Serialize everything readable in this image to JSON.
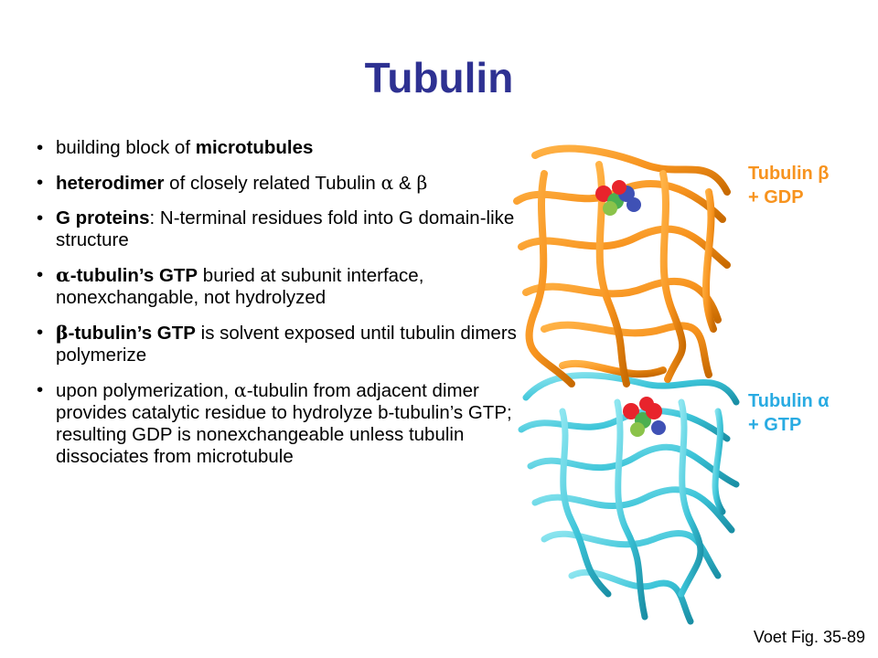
{
  "title": "Tubulin",
  "bullets": [
    {
      "parts": [
        {
          "t": "building block of "
        },
        {
          "t": "microtubules",
          "b": true
        }
      ]
    },
    {
      "parts": [
        {
          "t": "heterodimer",
          "b": true
        },
        {
          "t": " of closely related Tubulin  "
        },
        {
          "t": "α",
          "g": true
        },
        {
          "t": " & "
        },
        {
          "t": "β",
          "g": true
        }
      ]
    },
    {
      "parts": [
        {
          "t": "G proteins",
          "b": true
        },
        {
          "t": ": N-terminal residues fold into G domain-like structure"
        }
      ]
    },
    {
      "parts": [
        {
          "t": " "
        },
        {
          "t": "α",
          "g": true,
          "b": true
        },
        {
          "t": "-tubulin’s GTP",
          "b": true
        },
        {
          "t": " buried at subunit interface, nonexchangable, not hydrolyzed"
        }
      ]
    },
    {
      "parts": [
        {
          "t": " "
        },
        {
          "t": "β",
          "g": true,
          "b": true
        },
        {
          "t": "-tubulin’s GTP",
          "b": true
        },
        {
          "t": " is solvent exposed until tubulin dimers polymerize"
        }
      ]
    },
    {
      "parts": [
        {
          "t": "upon polymerization, "
        },
        {
          "t": "α",
          "g": true
        },
        {
          "t": "-tubulin from adjacent dimer provides catalytic residue to hydrolyze b-tubulin’s GTP; resulting GDP is nonexchangeable unless tubulin dissociates from microtubule"
        }
      ]
    }
  ],
  "labels": {
    "beta_line1": "Tubulin β",
    "beta_line2": "+ GDP",
    "alpha_line1": "Tubulin α",
    "alpha_line2": "+ GTP"
  },
  "colors": {
    "title": "#2e3192",
    "beta_subunit": "#f7931e",
    "alpha_subunit": "#29abe2"
  },
  "credit": "Voet Fig. 35-89"
}
